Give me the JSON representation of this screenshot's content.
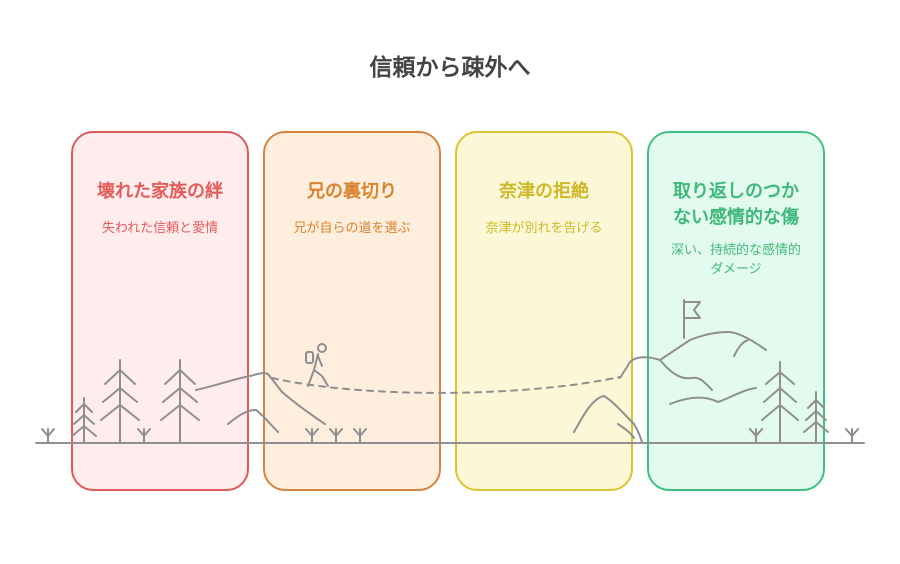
{
  "title": "信頼から疎外へ",
  "cards": [
    {
      "title": "壊れた家族の絆",
      "subtitle": "失われた信頼と愛情",
      "color": "#e35d5d"
    },
    {
      "title": "兄の裏切り",
      "subtitle": "兄が自らの道を選ぶ",
      "color": "#d9822f"
    },
    {
      "title": "奈津の拒絶",
      "subtitle": "奈津が別れを告げる",
      "color": "#cdb829"
    },
    {
      "title_line1": "取り返しのつか",
      "title_line2": "ない感情的な傷",
      "subtitle_line1": "深い、持続的な感情的",
      "subtitle_line2": "ダメージ",
      "color": "#3fb97a"
    }
  ],
  "icons": {
    "hiker": "hiker-icon",
    "flag": "flag-icon",
    "tree": "pine-tree-icon",
    "grass": "grass-icon",
    "mountain": "mountain-icon"
  }
}
